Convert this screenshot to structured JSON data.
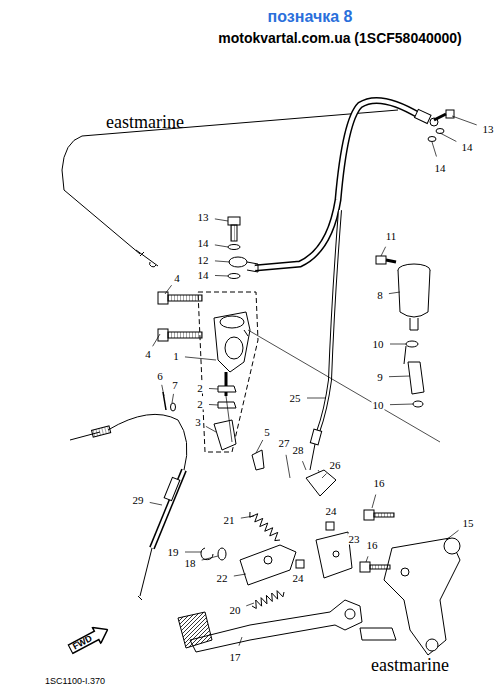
{
  "diagram": {
    "title": "позначка 8",
    "nodes": [
      {
        "text": [
          "FWD"
        ]
      }
    ],
    "labels": [
      "motokvartal.com.ua (1SCF58040000)",
      "eastmarine",
      "13",
      "14",
      "14",
      "13",
      "11",
      "14",
      "12",
      "14",
      "4",
      "8",
      "10",
      "4",
      "1",
      "6",
      "9",
      "7",
      "2",
      "25",
      "2",
      "10",
      "3",
      "5",
      "27",
      "28",
      "26",
      "16",
      "29",
      "24",
      "21",
      "15",
      "23",
      "16",
      "19",
      "18",
      "24",
      "22",
      "20",
      "17",
      "eastmarine",
      "1SC1100-I.370"
    ]
  }
}
